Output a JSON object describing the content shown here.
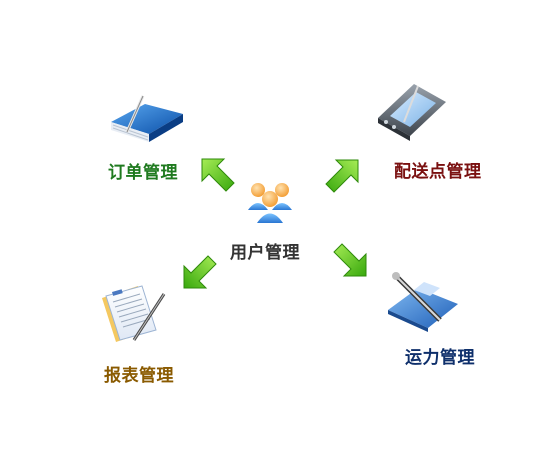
{
  "center": {
    "label": "用户管理",
    "icon": "users-icon"
  },
  "nodes": {
    "orders": {
      "label": "订单管理",
      "icon": "book-icon",
      "color": "#1f7a1f"
    },
    "delivery": {
      "label": "配送点管理",
      "icon": "pda-icon",
      "color": "#7a1010"
    },
    "reports": {
      "label": "报表管理",
      "icon": "document-icon",
      "color": "#8a5a00"
    },
    "shipping": {
      "label": "运力管理",
      "icon": "folder-pen-icon",
      "color": "#0e2f6b"
    }
  },
  "arrow_color": "#5ac41e"
}
